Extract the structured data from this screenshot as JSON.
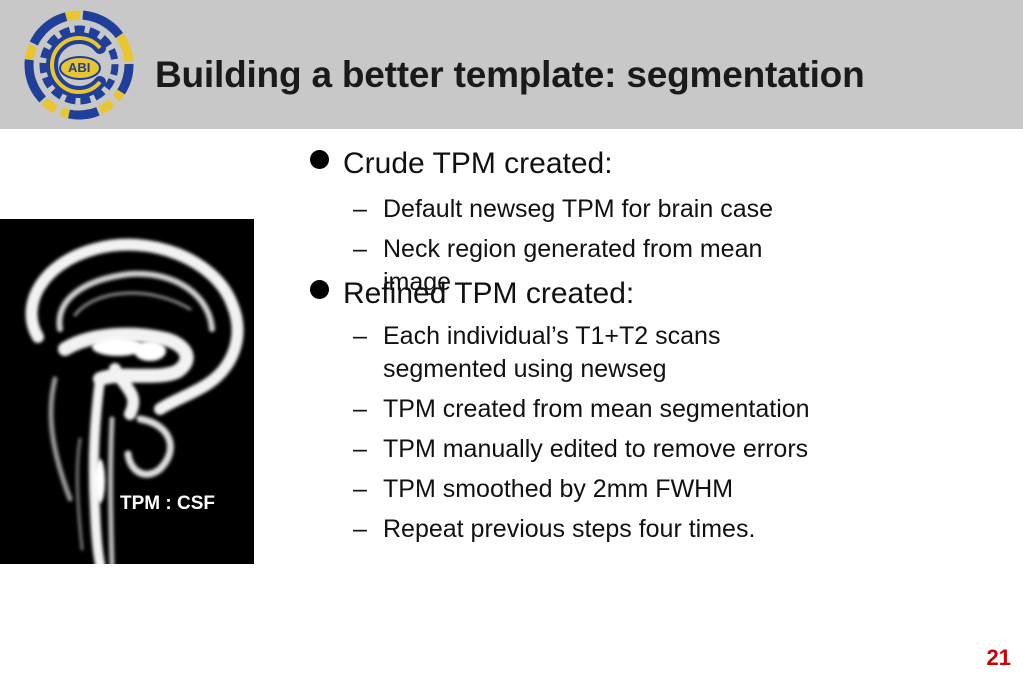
{
  "slide": {
    "title": "Building a better template: segmentation",
    "logo_text": "ABI",
    "image_label": "TPM : CSF",
    "page_number": "21",
    "bullets": [
      {
        "text": "Crude TPM created:",
        "sub": [
          "Default newseg TPM for brain case",
          "Neck region generated from mean image"
        ]
      },
      {
        "text": "Refined TPM created:",
        "sub": [
          "Each individual’s T1+T2 scans segmented using newseg",
          "TPM created from mean segmentation",
          "TPM manually edited to remove errors",
          "TPM smoothed by 2mm FWHM",
          "Repeat previous steps four times."
        ]
      }
    ],
    "dash": "–"
  },
  "colors": {
    "header_bg": "#c8c8c8",
    "logo_blue": "#1f3f9a",
    "logo_yellow": "#e8c531",
    "page_number": "#cc0000"
  },
  "icons": [
    "abi-logo-icon",
    "bullet-dot-icon"
  ]
}
